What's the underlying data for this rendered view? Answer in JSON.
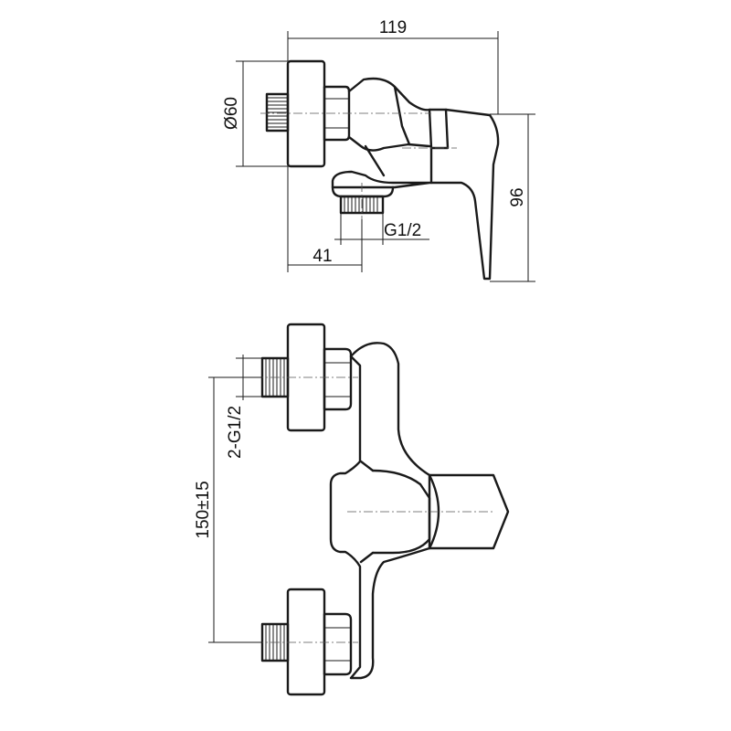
{
  "dimensions": {
    "overall_depth": "119",
    "base_diameter": "Ø60",
    "height": "96",
    "outlet_thread": "G1/2",
    "outlet_offset": "41",
    "inlet_thread": "2-G1/2",
    "center_distance": "150±15"
  }
}
